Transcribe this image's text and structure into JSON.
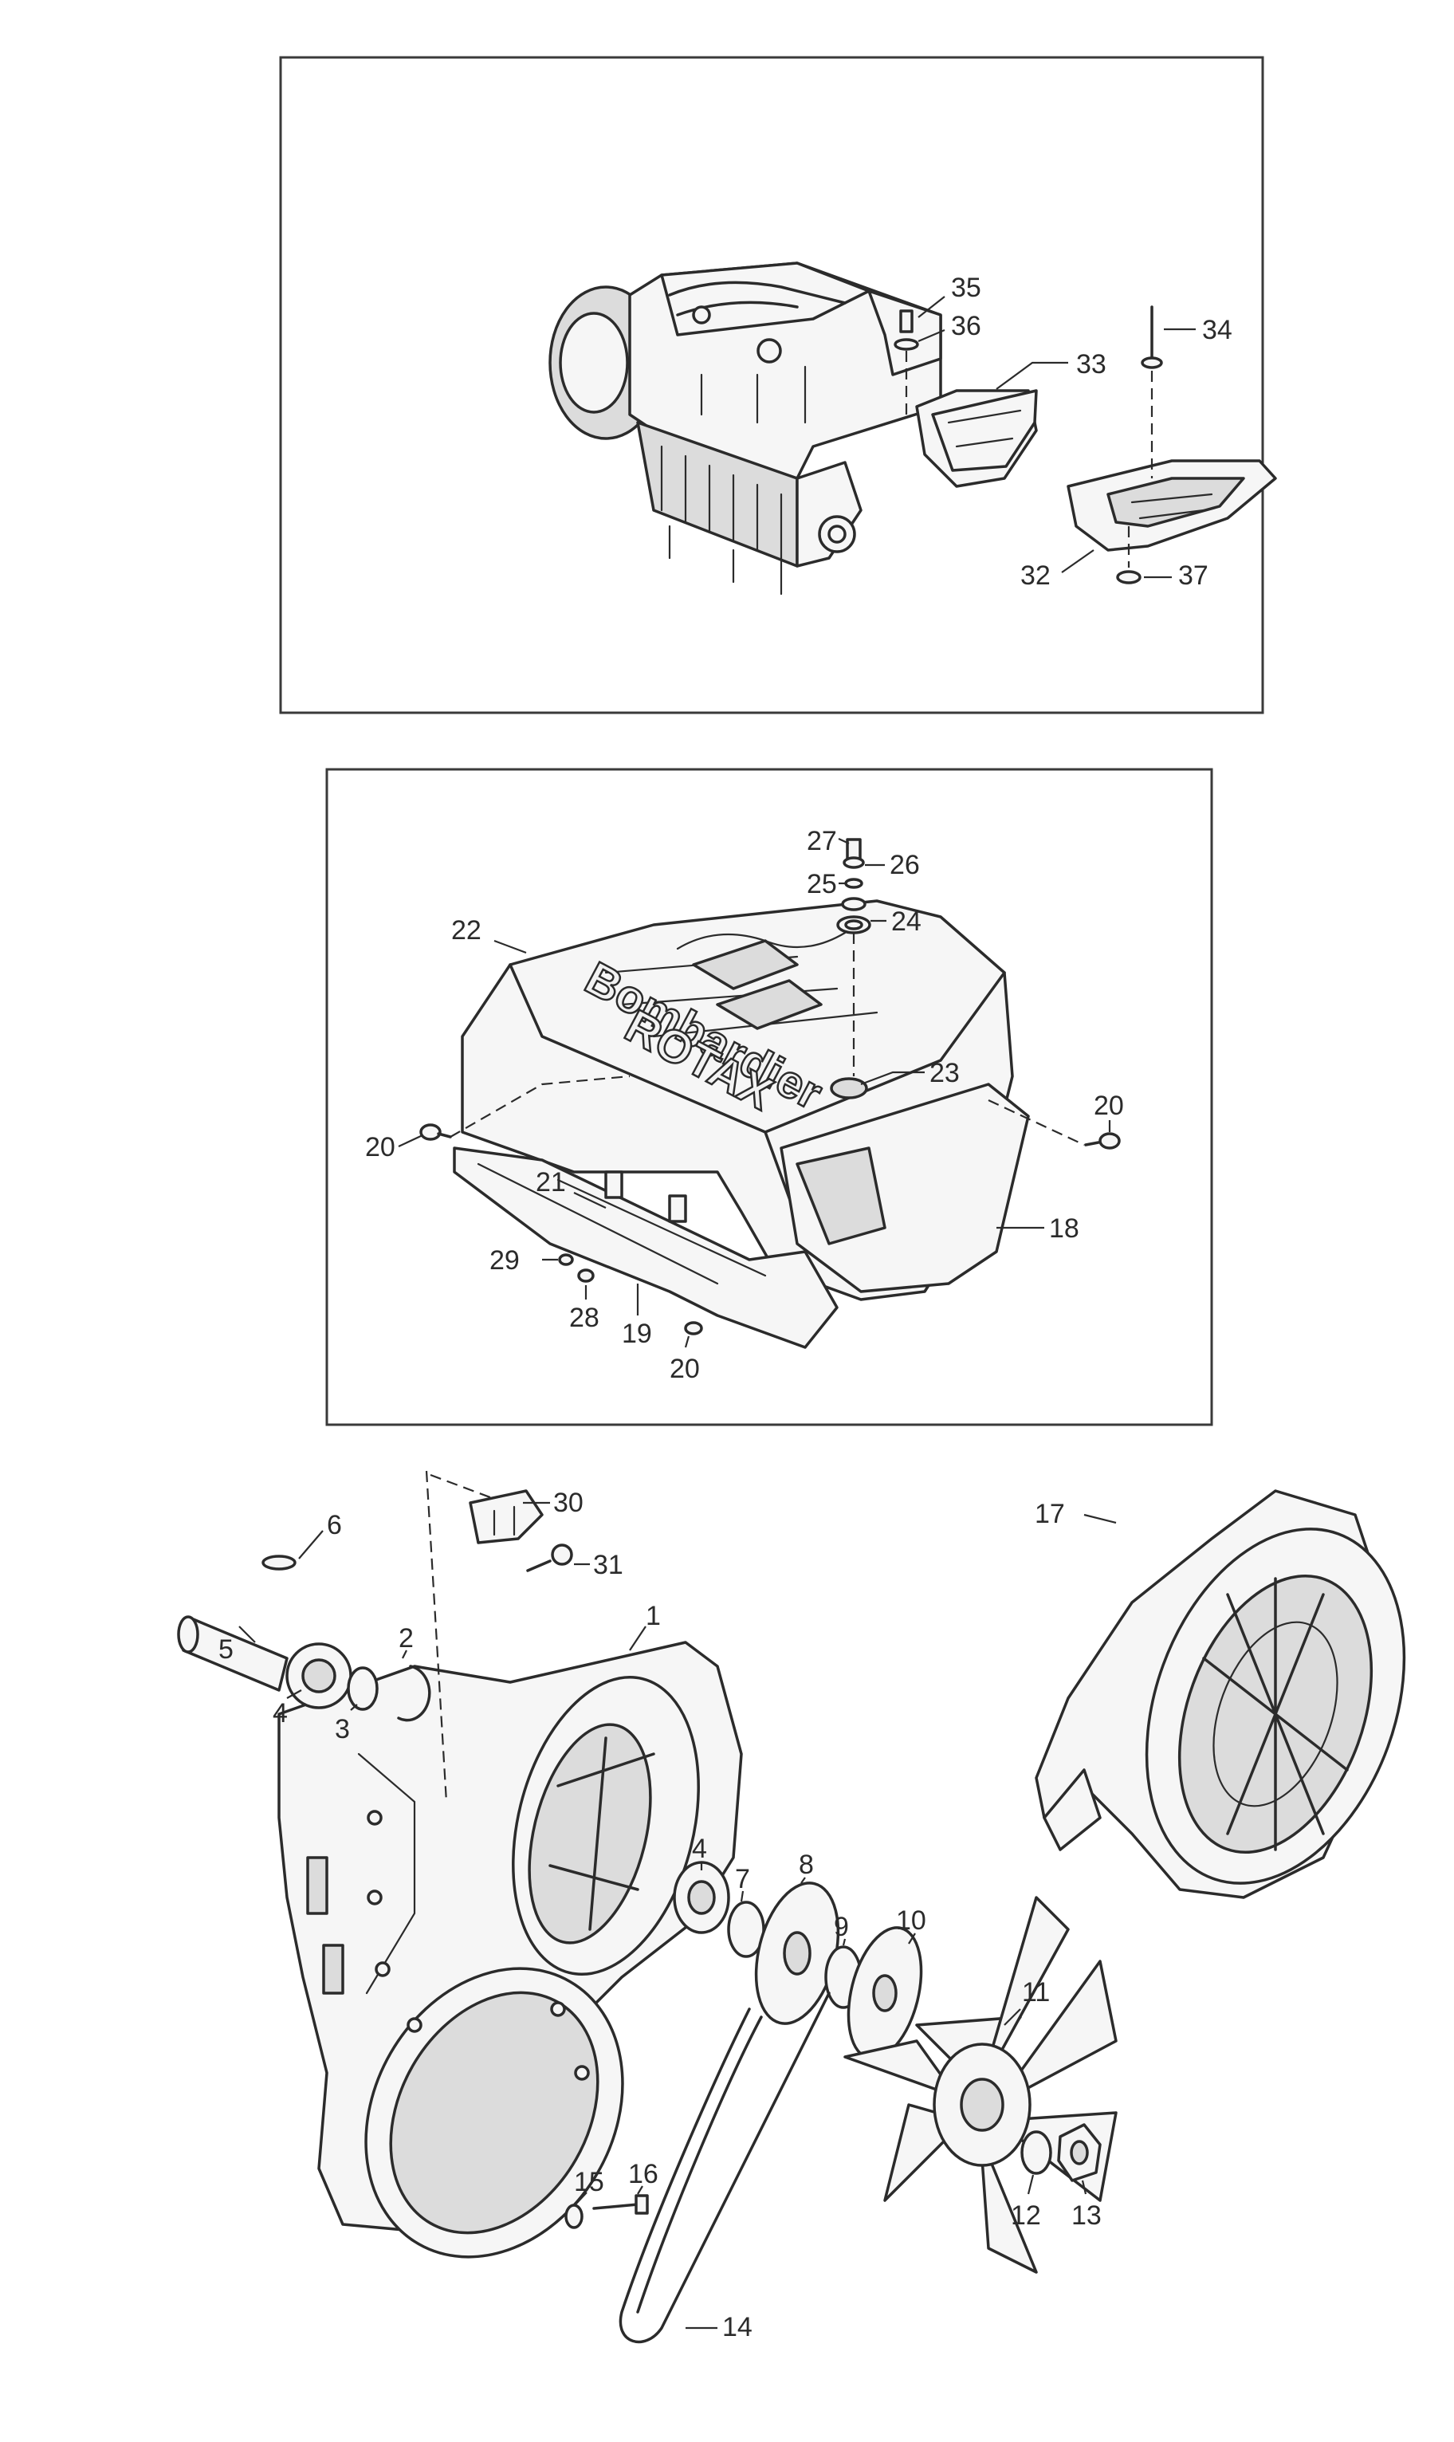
{
  "panels": [
    {
      "id": "intake",
      "callouts": [
        "32",
        "33",
        "34",
        "35",
        "36",
        "37"
      ]
    },
    {
      "id": "engine-cover",
      "callouts": [
        "18",
        "19",
        "20",
        "20",
        "20",
        "21",
        "22",
        "23",
        "24",
        "25",
        "26",
        "27",
        "28",
        "29"
      ],
      "cover_brand": "Bombardier",
      "cover_brand_sub": "ROTAX"
    },
    {
      "id": "fan-assembly",
      "callouts": [
        "1",
        "2",
        "3",
        "4",
        "4",
        "5",
        "6",
        "7",
        "8",
        "9",
        "10",
        "11",
        "12",
        "13",
        "14",
        "15",
        "16",
        "17",
        "30",
        "31"
      ]
    }
  ],
  "labels": {
    "c1": "1",
    "c2": "2",
    "c3": "3",
    "c4a": "4",
    "c4b": "4",
    "c5": "5",
    "c6": "6",
    "c7": "7",
    "c8": "8",
    "c9": "9",
    "c10": "10",
    "c11": "11",
    "c12": "12",
    "c13": "13",
    "c14": "14",
    "c15": "15",
    "c16": "16",
    "c17": "17",
    "c18": "18",
    "c19": "19",
    "c20a": "20",
    "c20b": "20",
    "c20c": "20",
    "c21": "21",
    "c22": "22",
    "c23": "23",
    "c24": "24",
    "c25": "25",
    "c26": "26",
    "c27": "27",
    "c28": "28",
    "c29": "29",
    "c30": "30",
    "c31": "31",
    "c32": "32",
    "c33": "33",
    "c34": "34",
    "c35": "35",
    "c36": "36",
    "c37": "37"
  }
}
